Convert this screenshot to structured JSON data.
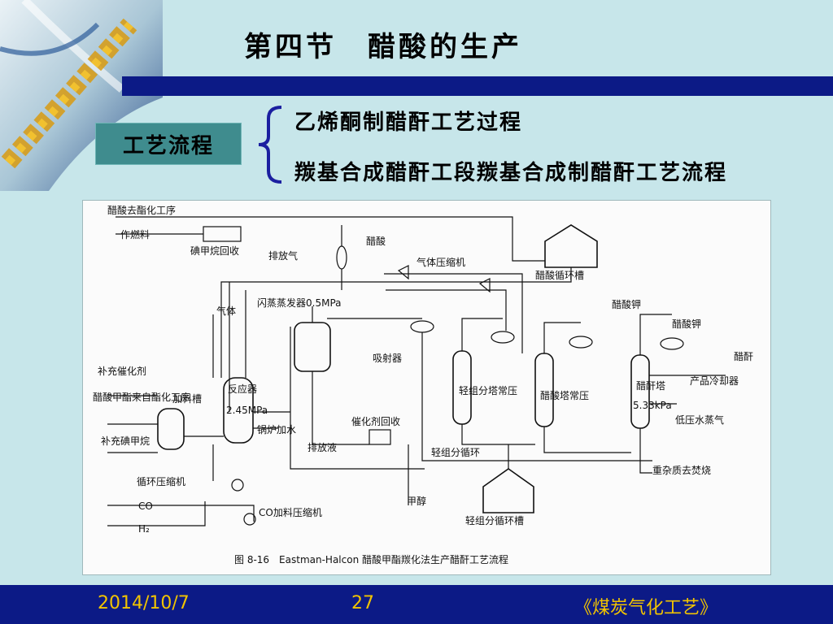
{
  "title": "第四节　醋酸的生产",
  "label": "工艺流程",
  "items": [
    "乙烯酮制醋酐工艺过程",
    "羰基合成醋酐工段羰基合成制醋酐工艺流程"
  ],
  "figure": {
    "caption": "图 8-16　Eastman-Halcon 醋酸甲酯羰化法生产醋酐工艺流程",
    "labels": {
      "l_jiaciqu": "醋酸去酯化工序",
      "l_zuoranliao": "作燃料",
      "l_dianjiawan": "碘甲烷回收",
      "l_paifangqi": "排放气",
      "l_cusuan_top": "醋酸",
      "l_qitiyasuo": "气体压缩机",
      "l_cusuanxunhuan": "醋酸循环槽",
      "l_cusuanjia": "醋酸钾",
      "l_cusuanjia2": "醋酸钾",
      "l_qiti": "气体",
      "l_shanzheng": "闪蒸蒸发器0.5MPa",
      "l_buchongcuihua": "补充催化剂",
      "l_fanyingqi": "反应器",
      "l_pressure1": "2.45MPa",
      "l_jialiaocao": "加料槽",
      "l_cusuanjiazhi": "醋酸甲酯来自酯化工序",
      "l_buchongdian": "补充碘甲烷",
      "l_xishe": "吸射器",
      "l_qingzufen": "轻组分塔常压",
      "l_cusuanta": "醋酸塔常压",
      "l_cuganta": "醋酐塔",
      "l_pressure2": "5.33kPa",
      "l_cugan": "醋酐",
      "l_chanpin": "产品冷却器",
      "l_diya": "低压水蒸气",
      "l_zhongzazhi": "重杂质去焚烧",
      "l_cuihuahuishou": "催化剂回收",
      "l_paifangye": "排放液",
      "l_guolu": "锅炉加水",
      "l_qingxunhuan": "轻组分循环",
      "l_xunhuanyasuo": "循环压缩机",
      "l_co": "CO",
      "l_coyasuo": "CO加料压缩机",
      "l_h2": "H₂",
      "l_jiachun": "甲醇",
      "l_qingxunhuancao": "轻组分循环槽"
    }
  },
  "footer": {
    "date": "2014/10/7",
    "page": "27",
    "book": "《煤炭气化工艺》"
  },
  "colors": {
    "background": "#c7e6ea",
    "band": "#0c1a86",
    "footer_text": "#f2c400",
    "label_box": "#3f8c8e",
    "brace": "#1b1fa0"
  }
}
